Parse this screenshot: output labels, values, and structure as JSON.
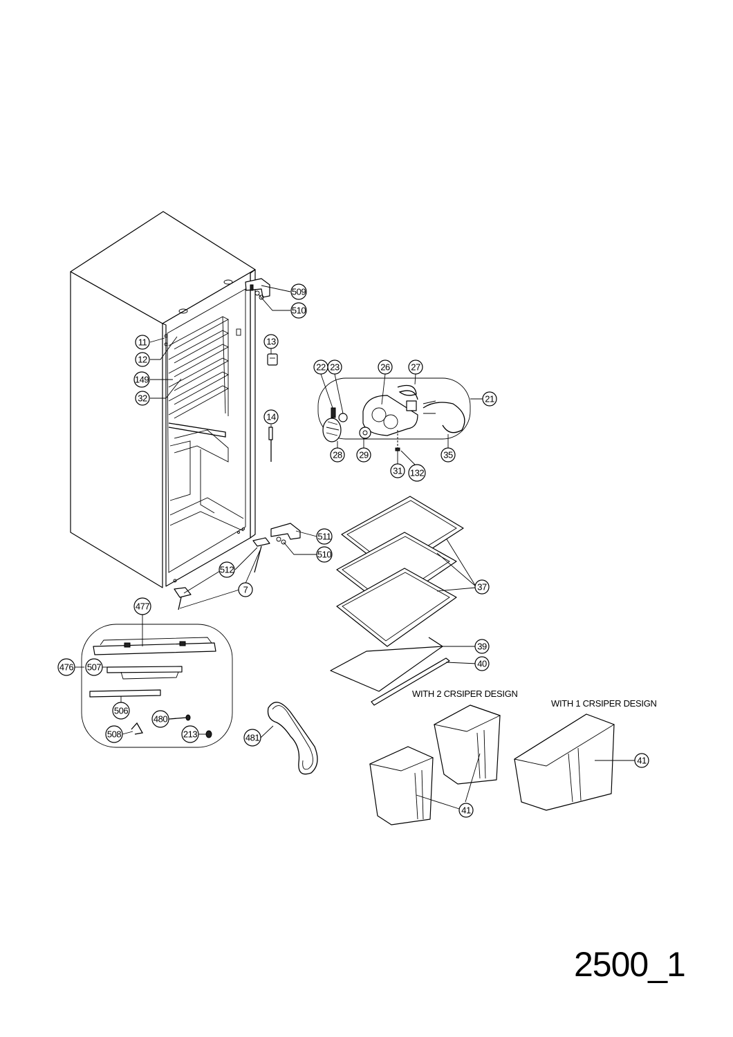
{
  "diagram": {
    "callouts": [
      {
        "id": "509",
        "label": "509"
      },
      {
        "id": "510a",
        "label": "510"
      },
      {
        "id": "11",
        "label": "11"
      },
      {
        "id": "12",
        "label": "12"
      },
      {
        "id": "13",
        "label": "13"
      },
      {
        "id": "149",
        "label": "149"
      },
      {
        "id": "32",
        "label": "32"
      },
      {
        "id": "14",
        "label": "14"
      },
      {
        "id": "22",
        "label": "22"
      },
      {
        "id": "23",
        "label": "23"
      },
      {
        "id": "26",
        "label": "26"
      },
      {
        "id": "27",
        "label": "27"
      },
      {
        "id": "21",
        "label": "21"
      },
      {
        "id": "28",
        "label": "28"
      },
      {
        "id": "29",
        "label": "29"
      },
      {
        "id": "35",
        "label": "35"
      },
      {
        "id": "31",
        "label": "31"
      },
      {
        "id": "132",
        "label": "132"
      },
      {
        "id": "511",
        "label": "511"
      },
      {
        "id": "510b",
        "label": "510"
      },
      {
        "id": "512",
        "label": "512"
      },
      {
        "id": "7",
        "label": "7"
      },
      {
        "id": "37",
        "label": "37"
      },
      {
        "id": "477",
        "label": "477"
      },
      {
        "id": "39",
        "label": "39"
      },
      {
        "id": "40",
        "label": "40"
      },
      {
        "id": "476",
        "label": "476"
      },
      {
        "id": "507",
        "label": "507"
      },
      {
        "id": "506",
        "label": "506"
      },
      {
        "id": "480",
        "label": "480"
      },
      {
        "id": "508",
        "label": "508"
      },
      {
        "id": "213",
        "label": "213"
      },
      {
        "id": "481",
        "label": "481"
      },
      {
        "id": "41a",
        "label": "41"
      },
      {
        "id": "41b",
        "label": "41"
      }
    ],
    "captions": {
      "two_crisper": "WITH 2 CRSIPER DESIGN",
      "one_crisper": "WITH 1 CRSIPER DESIGN"
    },
    "drawing_code": "2500_1"
  }
}
